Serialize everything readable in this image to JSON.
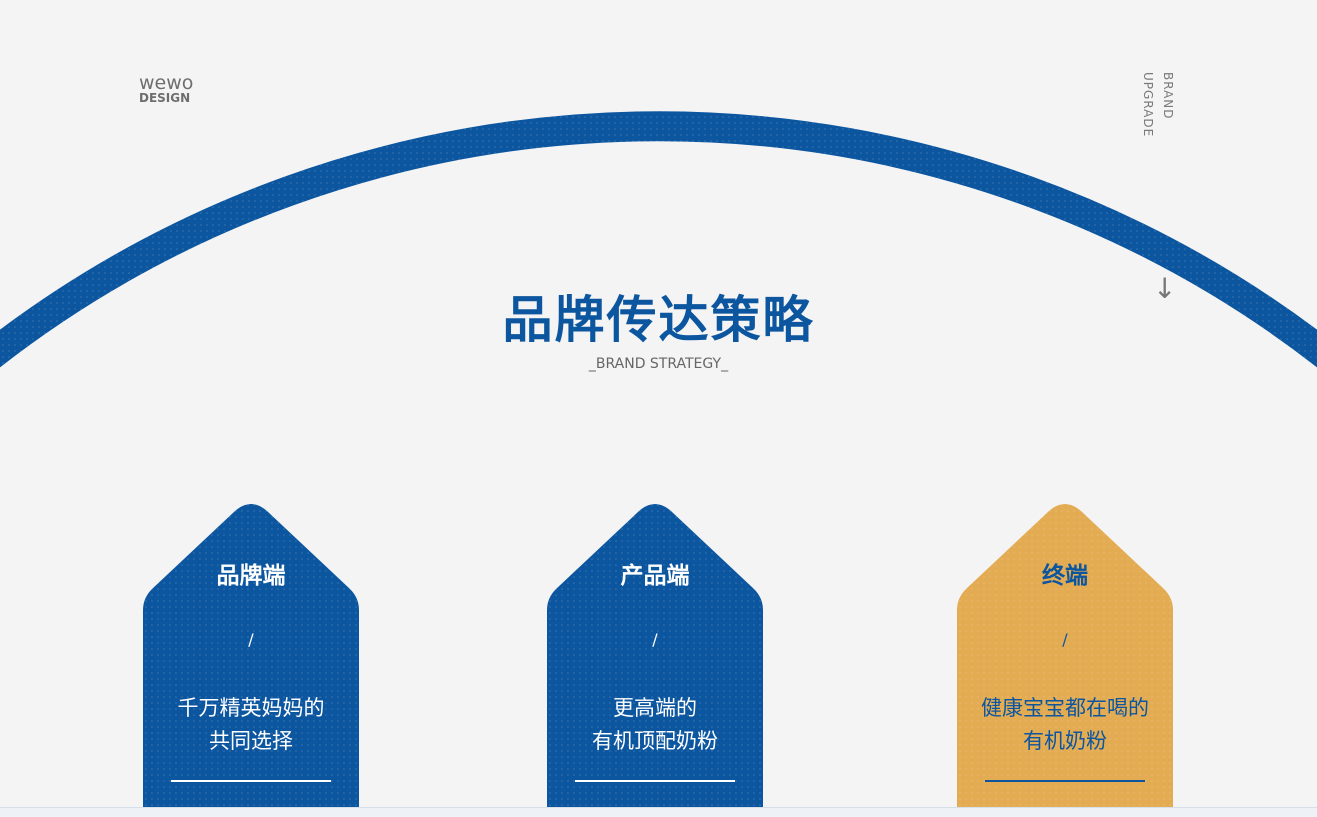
{
  "logo": {
    "line1": "wewo",
    "line2": "DESIGN"
  },
  "side_label": {
    "line1": "BRAND",
    "line2": "UPGRADE"
  },
  "arrow_icon": "arrow-down-icon",
  "title": "品牌传达策略",
  "subtitle": "_BRAND STRATEGY_",
  "colors": {
    "blue": "#0c56a0",
    "gold": "#e3ab52",
    "background": "#f4f4f4"
  },
  "cards": [
    {
      "heading": "品牌端",
      "slash": "/",
      "line1": "千万精英妈妈的",
      "line2": "共同选择"
    },
    {
      "heading": "产品端",
      "slash": "/",
      "line1": "更高端的",
      "line2": "有机顶配奶粉"
    },
    {
      "heading": "终端",
      "slash": "/",
      "line1": "健康宝宝都在喝的",
      "line2": "有机奶粉"
    }
  ]
}
